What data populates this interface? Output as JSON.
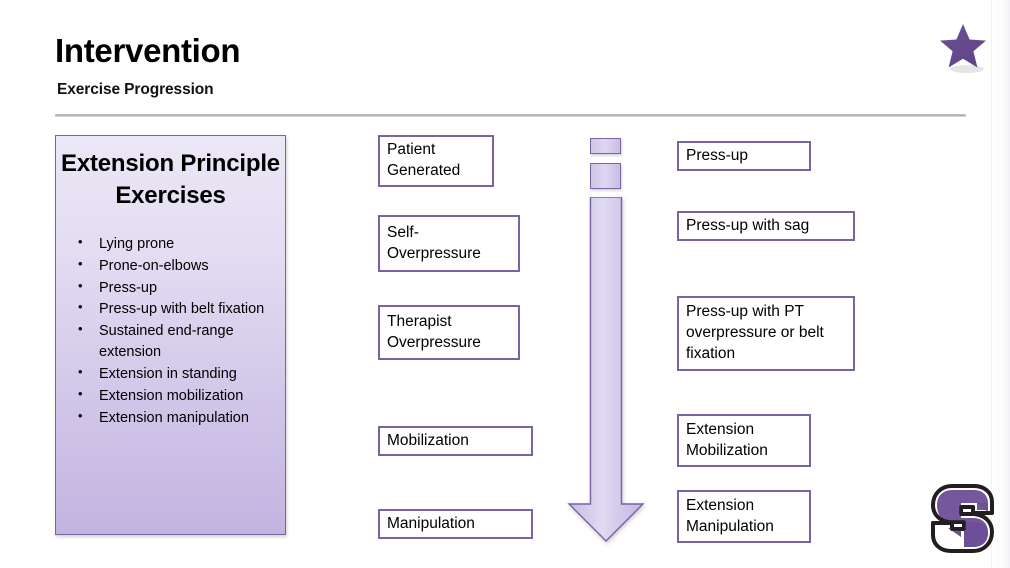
{
  "slide": {
    "title": "Intervention",
    "subtitle": "Exercise Progression"
  },
  "logos": {
    "star": "star-icon",
    "brand": "s-monogram-logo"
  },
  "left_panel": {
    "heading": "Extension\nPrinciple\nExercises",
    "items": [
      "Lying prone",
      "Prone-on-elbows",
      "Press-up",
      "Press-up with belt fixation",
      "Sustained end-range extension",
      "Extension in standing",
      "Extension mobilization",
      "Extension manipulation"
    ]
  },
  "middle_column": {
    "boxes": [
      "Patient\nGenerated",
      "Self-\nOverpressure",
      "Therapist\nOverpressure",
      "Mobilization",
      "Manipulation"
    ]
  },
  "right_column": {
    "boxes": [
      "Press-up",
      "Press-up with sag",
      "Press-up with PT overpressure or belt fixation",
      "Extension\nMobilization",
      "Extension\nManipulation"
    ]
  },
  "arrow": {
    "name": "down-progression-arrow",
    "direction": "down",
    "segments": 3
  },
  "colors": {
    "accent_purple": "#7b62a3",
    "panel_top": "#ece8f6",
    "panel_bottom": "#c2b4e0",
    "arrow_fill": "#d2c8ea",
    "text": "#000000",
    "divider": "#a9a9a9"
  }
}
